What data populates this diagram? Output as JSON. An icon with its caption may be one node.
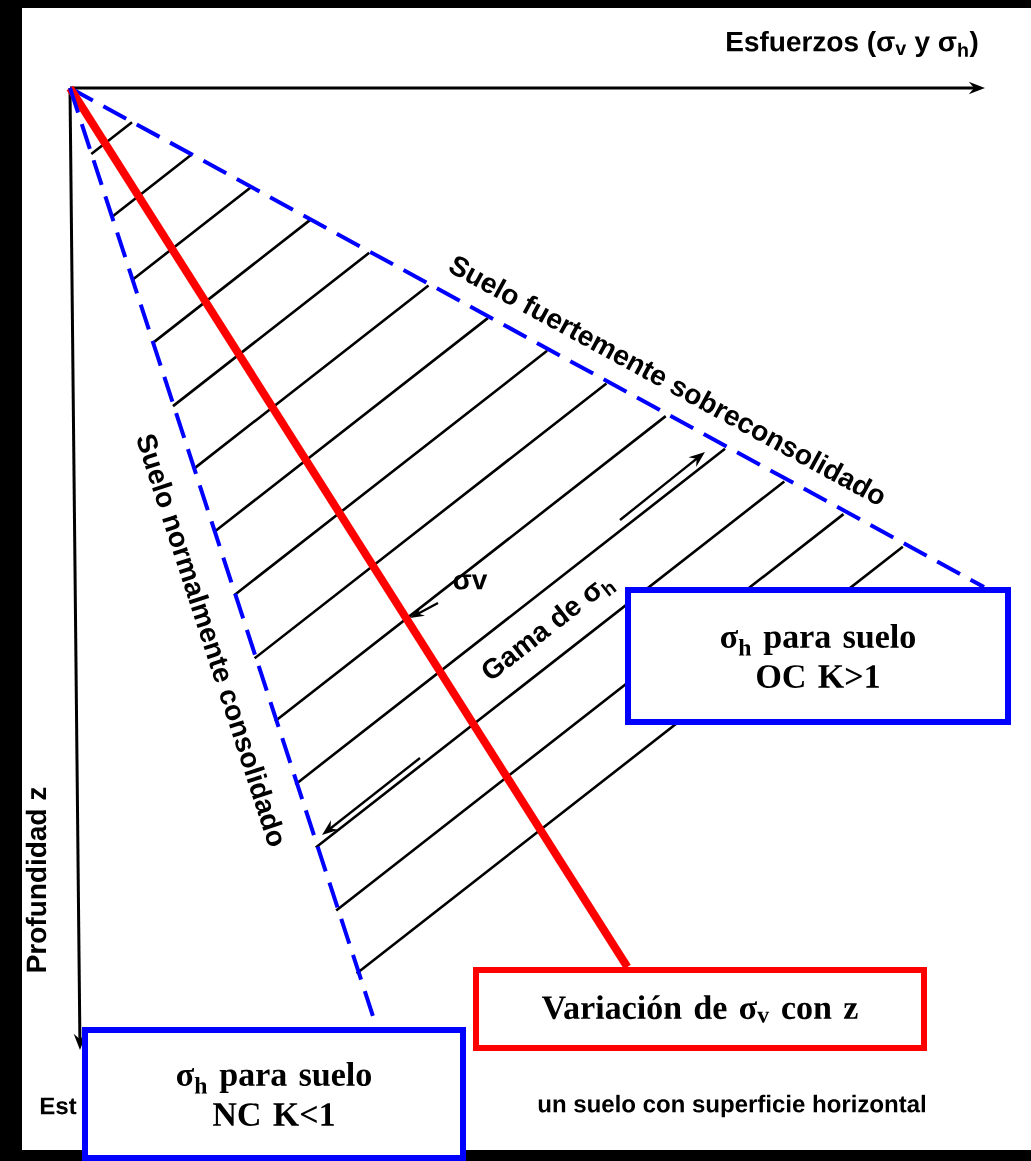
{
  "diagram": {
    "nodes": [
      {
        "text": [
          "σ$_{h}$ para suelo OC K>1"
        ]
      },
      {
        "text": [
          "Variación de σ$_{v}$ con z"
        ]
      },
      {
        "text": [
          "σ$_{h}$ para suelo NC K<1"
        ]
      }
    ],
    "edges": [
      {
        "from": null,
        "to": 0,
        "arrow": "none",
        "style": "dashed",
        "color": "#0000ff"
      },
      {
        "from": null,
        "to": 1,
        "arrow": "none",
        "style": "thick",
        "color": "#ff0000"
      },
      {
        "from": null,
        "to": 2,
        "arrow": "none",
        "style": "dashed",
        "color": "#0000ff"
      }
    ],
    "labels": [
      "Esfuerzos (σ$_{v}$ y σ$_{h}$)",
      "Suelo fuertemente sobreconsolidado",
      "Suelo normalmente consolidado",
      "σv",
      "Gama de σ$_{h}$",
      "Profundidad z",
      "Est",
      "un suelo con superficie horizontal"
    ]
  }
}
